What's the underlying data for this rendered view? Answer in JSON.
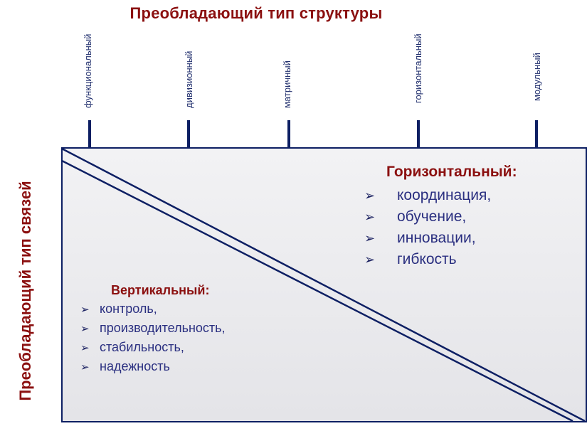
{
  "top_title": "Преобладающий тип структуры",
  "left_title": "Преобладающий тип связей",
  "structure_types": [
    "функциональный",
    "дивизионный",
    "матричный",
    "горизонтальный",
    "модульный"
  ],
  "horizontal": {
    "title": "Горизонтальный:",
    "items": [
      "координация,",
      "обучение,",
      "инновации,",
      "гибкость"
    ]
  },
  "vertical": {
    "title": "Вертикальный:",
    "items": [
      "контроль,",
      "производительность,",
      "стабильность,",
      "надежность"
    ]
  },
  "colors": {
    "title": "#8b1010",
    "line": "#0d1f63",
    "text": "#2a2f80"
  },
  "bullet_icon": "arrow-bullet-icon"
}
